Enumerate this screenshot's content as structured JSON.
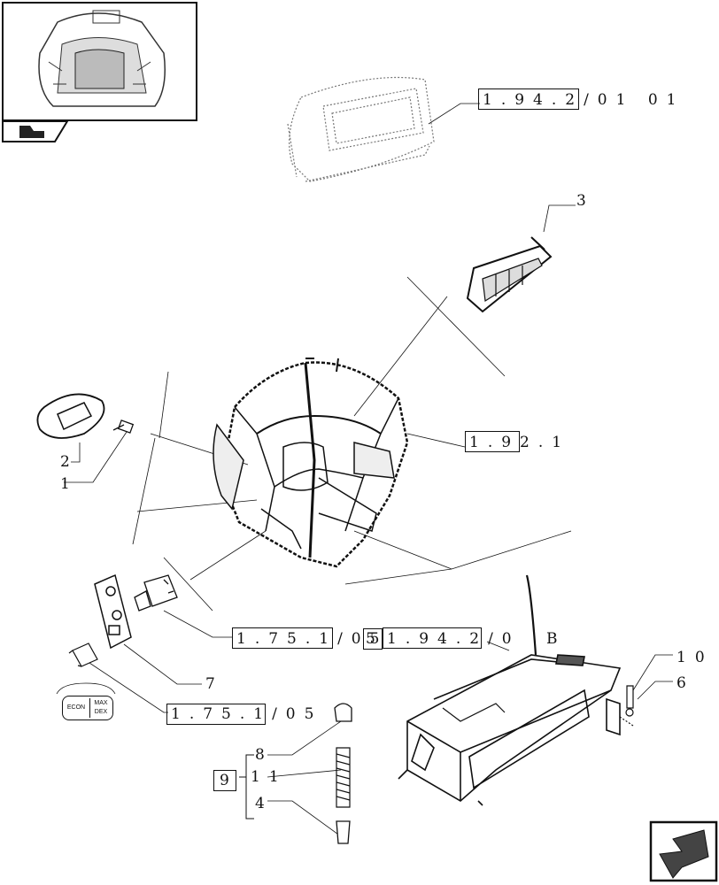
{
  "references": {
    "ref_top": "1.94.2/01 01",
    "ref_cab": "1.92.1",
    "ref_switch_a": "1.75.1/05",
    "ref_unit_a": "5",
    "ref_unit_b": "1.94.2/0",
    "ref_unit_c": "B",
    "ref_switch_b": "1.75.1/05"
  },
  "callouts": {
    "c1": "1",
    "c2": "2",
    "c3": "3",
    "c4": "4",
    "c6": "6",
    "c7": "7",
    "c8": "8",
    "c9": "9",
    "c10": "10",
    "c11": "11"
  },
  "badge": {
    "left": "ECON",
    "right_top": "MAX",
    "right_bottom": "DEX"
  },
  "icons": {
    "thumbnail": "overview-thumbnail-icon",
    "nav_prev": "previous-page-arrow-icon",
    "nav_next": "next-page-arrow-icon"
  }
}
